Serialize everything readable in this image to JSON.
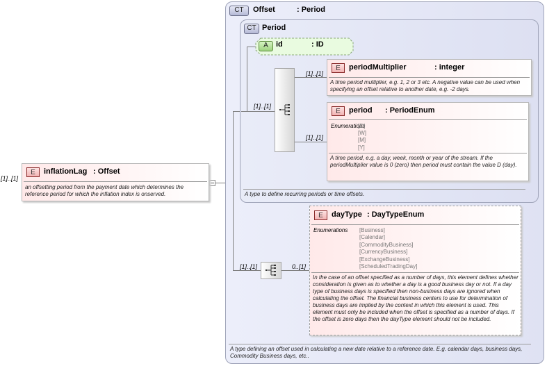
{
  "root": {
    "multiplicity": "[1]..[1]",
    "badge": "E",
    "name": "inflationLag",
    "type": ": Offset",
    "doc": "an offsetting period from the payment date which determines the reference period for which the inflation index is onserved."
  },
  "offset": {
    "badge": "CT",
    "name": "Offset",
    "type": ": Period",
    "doc": "A type defining an offset used in calculating a new date relative to a reference date. E.g. calendar days, business days, Commodity Business days, etc..",
    "sequence_multiplicity": "[1]..[1]",
    "daytype_multiplicity": "0..[1]"
  },
  "period_type": {
    "badge": "CT",
    "name": "Period",
    "doc": "A type to define recurring periods or time offsets.",
    "sequence_multiplicity": "[1]..[1]"
  },
  "attribute_id": {
    "badge": "A",
    "name": "id",
    "type": ": ID"
  },
  "period_multiplier": {
    "multiplicity": "[1]..[1]",
    "badge": "E",
    "name": "periodMultiplier",
    "type": ": integer",
    "doc": "A time period multiplier, e.g. 1, 2 or 3 etc. A negative value can be used when specifying an offset relative to another date, e.g. -2 days."
  },
  "period": {
    "multiplicity": "[1]..[1]",
    "badge": "E",
    "name": "period",
    "type": ": PeriodEnum",
    "enum_label": "Enumerations",
    "enums": [
      "[D]",
      "[W]",
      "[M]",
      "[Y]"
    ],
    "doc": "A time period, e.g. a day, week, month or year of the stream. If the periodMultiplier value is 0 (zero) then period must contain the value D (day)."
  },
  "day_type": {
    "badge": "E",
    "name": "dayType",
    "type": ": DayTypeEnum",
    "enum_label": "Enumerations",
    "enums": [
      "[Business]",
      "[Calendar]",
      "[CommodityBusiness]",
      "[CurrencyBusiness]",
      "[ExchangeBusiness]",
      "[ScheduledTradingDay]"
    ],
    "doc": "In the case of an offset specified as a number of days, this element defines whether consideration is given as to whether a day is a good business day or not. If a day type of business days is specified then non-business days are ignored when calculating the offset. The financial business centers to use for determination of business days are implied by the context in which this element is used. This element must only be included when the offset is specified as a number of days. If the offset is zero days then the dayType element should not be included."
  }
}
